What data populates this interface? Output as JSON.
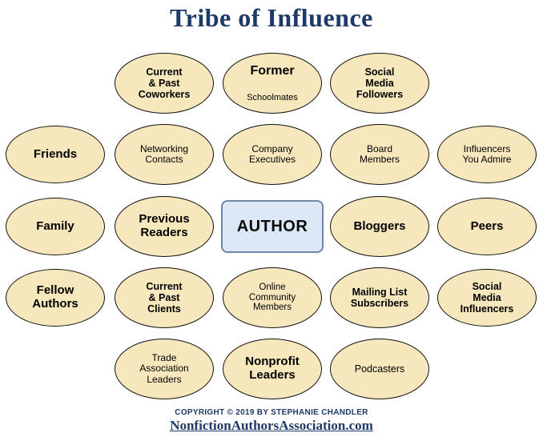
{
  "title": "Tribe of Influence",
  "colors": {
    "oval_fill": "#f6e7bc",
    "oval_border": "#111111",
    "title_color": "#1e3a66",
    "author_fill": "#dce8f6",
    "author_border": "#6e87a8",
    "footer_color": "#1e3a66",
    "background": "#ffffff"
  },
  "center": {
    "label": "AUTHOR"
  },
  "nodes": {
    "coworkers": {
      "label": "Current\n& Past\nCoworkers"
    },
    "former": {
      "title": "Former",
      "subtitle": "Schoolmates"
    },
    "social_followers": {
      "label": "Social\nMedia\nFollowers"
    },
    "friends": {
      "label": "Friends"
    },
    "networking": {
      "label": "Networking\nContacts"
    },
    "company_exec": {
      "label": "Company\nExecutives"
    },
    "board": {
      "label": "Board\nMembers"
    },
    "influencers_admire": {
      "label": "Influencers\nYou Admire"
    },
    "family": {
      "label": "Family"
    },
    "previous_readers": {
      "label": "Previous\nReaders"
    },
    "bloggers": {
      "label": "Bloggers"
    },
    "peers": {
      "label": "Peers"
    },
    "fellow_authors": {
      "label": "Fellow\nAuthors"
    },
    "clients": {
      "label": "Current\n& Past\nClients"
    },
    "online_community": {
      "label": "Online\nCommunity\nMembers"
    },
    "mailing_list": {
      "label": "Mailing List\nSubscribers"
    },
    "social_influencers": {
      "label": "Social\nMedia\nInfluencers"
    },
    "trade": {
      "label": "Trade\nAssociation\nLeaders"
    },
    "nonprofit": {
      "label": "Nonprofit\nLeaders"
    },
    "podcasters": {
      "label": "Podcasters"
    }
  },
  "footer": {
    "copyright": "COPYRIGHT © 2019 BY STEPHANIE CHANDLER",
    "link": "NonfictionAuthorsAssociation.com"
  }
}
